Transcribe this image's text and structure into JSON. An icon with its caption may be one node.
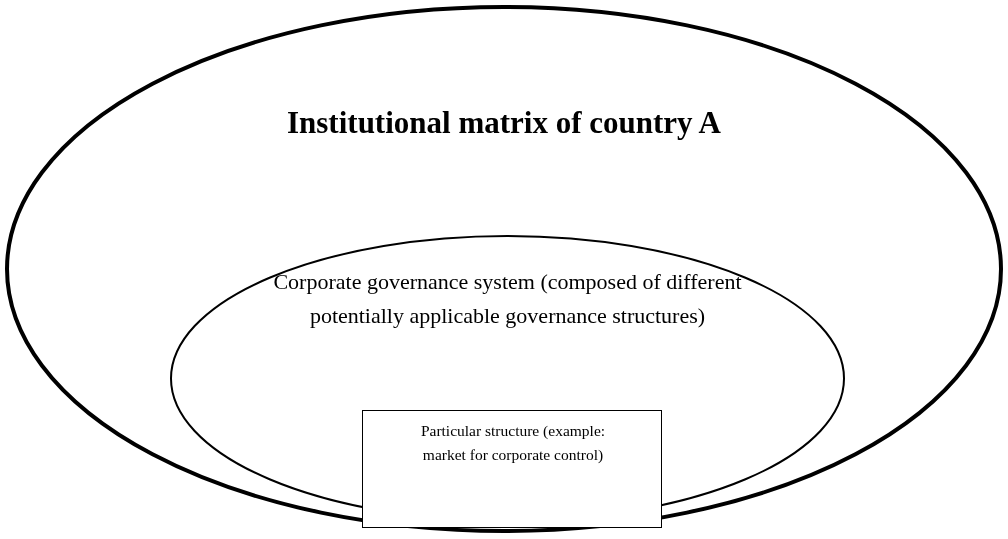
{
  "diagram": {
    "nodes": [
      {
        "text": [
          "Institutional matrix of country A"
        ]
      },
      {
        "text": [
          "Corporate governance system (composed of different potentially applicable governance structures)"
        ],
        "in": 0
      },
      {
        "text": [
          "Particular structure (example: market for corporate control)"
        ],
        "in": 1
      }
    ]
  }
}
